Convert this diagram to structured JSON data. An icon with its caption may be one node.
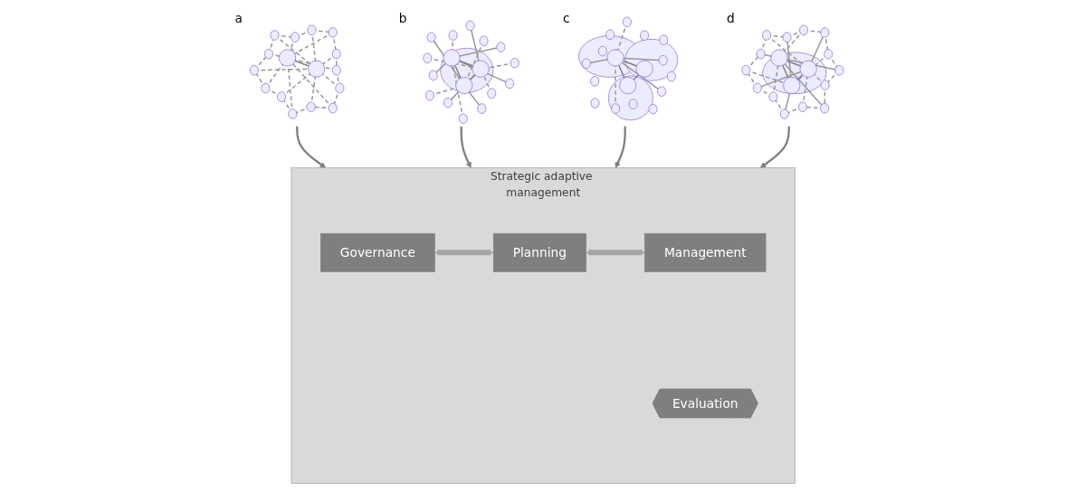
{
  "diagram": {
    "nodes": [
      {
        "text": [],
        "shape": "picture",
        "beside": [
          "a"
        ]
      },
      {
        "text": [],
        "shape": "picture",
        "beside": [
          "b"
        ]
      },
      {
        "text": [],
        "shape": "picture",
        "beside": [
          "c"
        ]
      },
      {
        "text": [],
        "shape": "picture",
        "beside": [
          "d"
        ]
      },
      {
        "text": [
          "Strategic adaptive management"
        ]
      },
      {
        "text": [
          "Governance"
        ],
        "in": 4
      },
      {
        "text": [
          "Planning"
        ],
        "in": 4
      },
      {
        "text": [
          "Management"
        ],
        "in": 4
      },
      {
        "text": [
          "Evaluation"
        ],
        "in": 4
      }
    ],
    "edges": [
      {
        "from": 0,
        "to": 4,
        "arrow": "to"
      },
      {
        "from": 1,
        "to": 4,
        "arrow": "to"
      },
      {
        "from": 2,
        "to": 4,
        "arrow": "to"
      },
      {
        "from": 3,
        "to": 4,
        "arrow": "to"
      },
      {
        "from": 5,
        "to": 6,
        "arrow": "both",
        "style": "thick",
        "color": "#a6a6a6"
      },
      {
        "from": 6,
        "to": 7,
        "arrow": "both",
        "style": "thick",
        "color": "#a6a6a6"
      }
    ]
  }
}
